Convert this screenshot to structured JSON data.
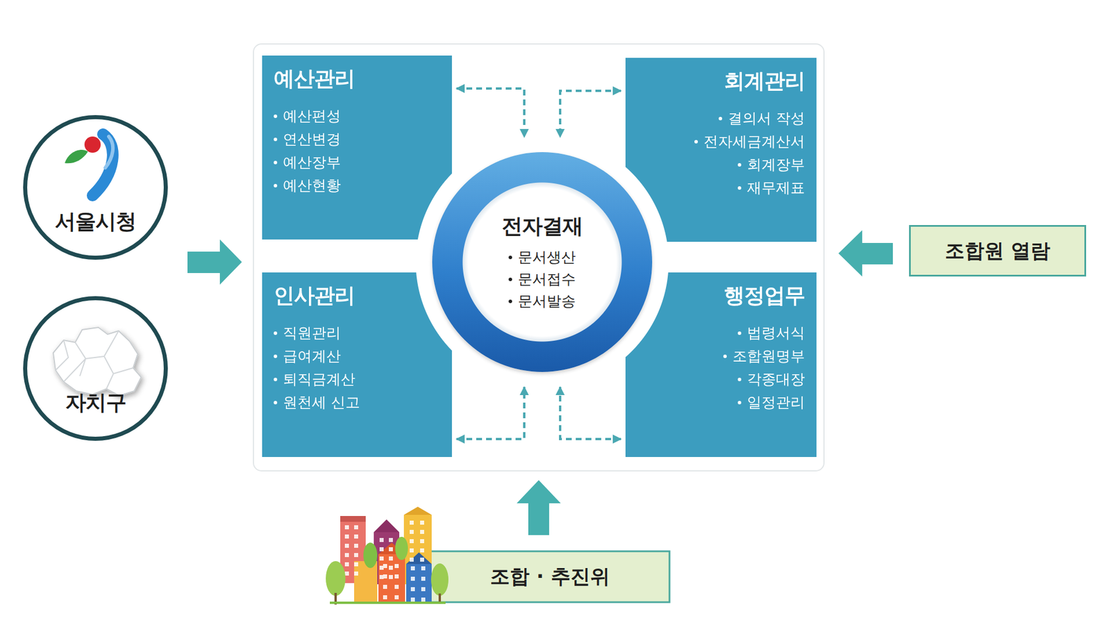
{
  "diagram": {
    "nodes": [
      {
        "text": [
          "서울시청"
        ]
      },
      {
        "text": [
          "자치구"
        ]
      },
      {
        "text": [
          "예산관리",
          "예산편성",
          "연산변경",
          "예산장부",
          "예산현황"
        ]
      },
      {
        "text": [
          "회계관리",
          "결의서 작성",
          "전자세금계산서",
          "회계장부",
          "재무제표"
        ]
      },
      {
        "text": [
          "전자결재",
          "문서생산",
          "문서접수",
          "문서발송"
        ]
      },
      {
        "text": [
          "인사관리",
          "직원관리",
          "급여계산",
          "퇴직금계산",
          "원천세 신고"
        ]
      },
      {
        "text": [
          "행정업무",
          "법령서식",
          "조합원명부",
          "각종대장",
          "일정관리"
        ]
      },
      {
        "text": [
          "조합원 열람"
        ]
      },
      {
        "text": [
          "조합 · 추진위"
        ]
      }
    ],
    "edges": [
      {
        "from": 2,
        "to": 4,
        "arrow": "both"
      },
      {
        "from": 3,
        "to": 4,
        "arrow": "both"
      },
      {
        "from": 5,
        "to": 4,
        "arrow": "both"
      },
      {
        "from": 6,
        "to": 4,
        "arrow": "both"
      }
    ]
  }
}
